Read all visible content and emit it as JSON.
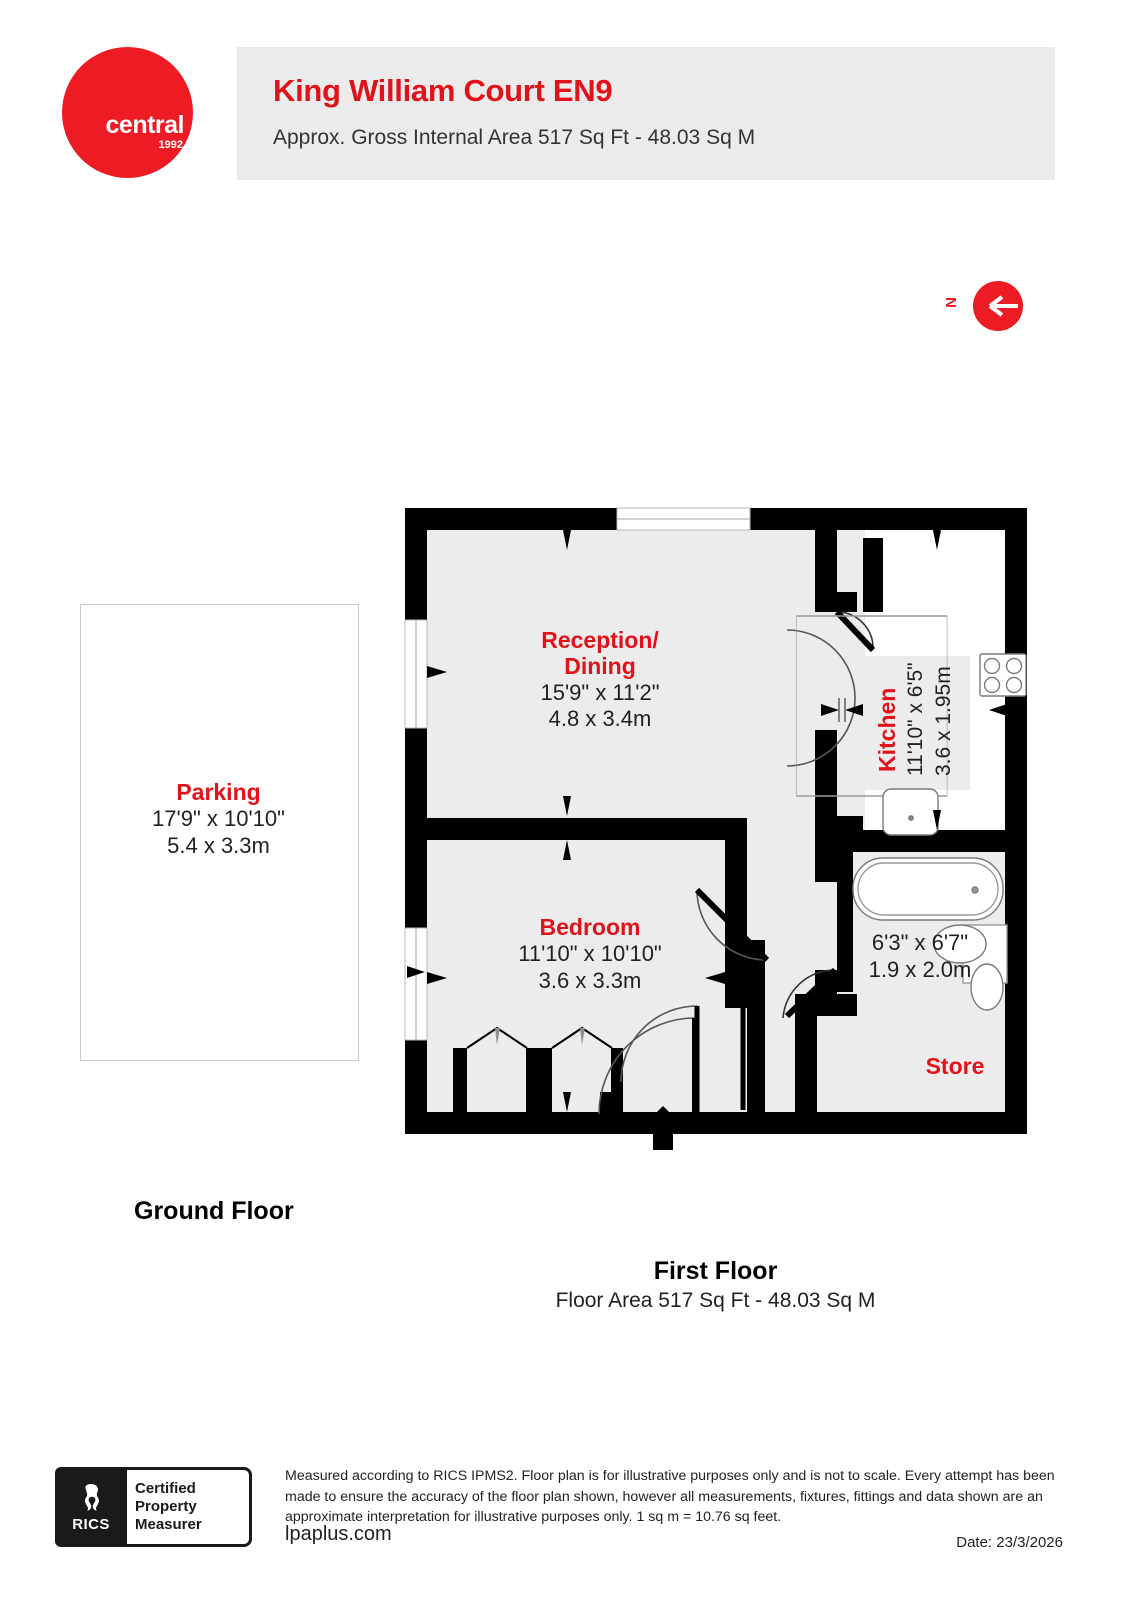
{
  "header": {
    "title": "King William Court EN9",
    "subtitle": "Approx. Gross Internal Area 517 Sq Ft - 48.03 Sq M",
    "logo": {
      "word": "central",
      "year": "1992"
    },
    "accent_color": "#e2121a",
    "band_color": "#ebebeb"
  },
  "compass": {
    "label": "N",
    "icon": "north-arrow-icon",
    "color": "#ed1c24"
  },
  "plan": {
    "parking": {
      "name": "Parking",
      "dim_imperial": "17'9\" x 10'10\"",
      "dim_metric": "5.4 x 3.3m"
    },
    "reception": {
      "name_line1": "Reception/",
      "name_line2": "Dining",
      "dim_imperial": "15'9\" x 11'2\"",
      "dim_metric": "4.8 x 3.4m"
    },
    "bedroom": {
      "name": "Bedroom",
      "dim_imperial": "11'10\" x 10'10\"",
      "dim_metric": "3.6 x 3.3m"
    },
    "kitchen": {
      "name": "Kitchen",
      "dim_imperial": "11'10\" x 6'5\"",
      "dim_metric": "3.6 x 1.95m"
    },
    "bathroom": {
      "name": "",
      "dim_imperial": "6'3\" x 6'7\"",
      "dim_metric": "1.9 x 2.0m"
    },
    "store": {
      "name": "Store"
    },
    "wall_color": "#000000",
    "floor_fill": "#ececec"
  },
  "captions": {
    "ground_floor": "Ground Floor",
    "first_floor_title": "First Floor",
    "first_floor_area": "Floor Area 517 Sq Ft - 48.03 Sq M"
  },
  "footer": {
    "rics_word": "RICS",
    "rics_line1": "Certified",
    "rics_line2": "Property",
    "rics_line3": "Measurer",
    "disclaimer": "Measured according to RICS IPMS2. Floor plan is for illustrative purposes only and is not to scale. Every attempt has been made to ensure the accuracy of the floor plan shown, however all measurements, fixtures, fittings and data shown are an approximate interpretation for illustrative purposes only. 1 sq m = 10.76 sq feet.",
    "website": "lpaplus.com",
    "date": "Date: 23/3/2026"
  }
}
